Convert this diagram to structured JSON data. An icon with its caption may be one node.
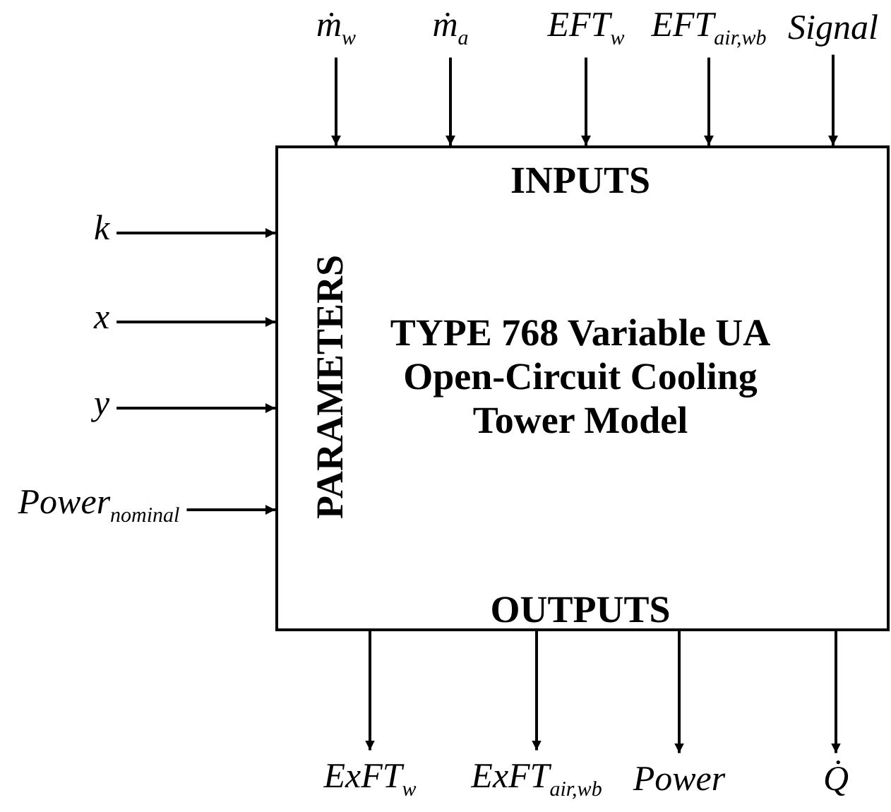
{
  "diagram": {
    "nodes": [
      {
        "text": [
          "INPUTS",
          "PARAMETERS",
          "TYPE 768 Variable UA Open-Circuit Cooling Tower Model",
          "OUTPUTS"
        ]
      },
      {
        "text": [
          "ṁ$_{w}$"
        ]
      },
      {
        "text": [
          "ṁ$_{a}$"
        ]
      },
      {
        "text": [
          "EFT$_{w}$"
        ]
      },
      {
        "text": [
          "EFT$_{air,wb}$"
        ]
      },
      {
        "text": [
          "Signal"
        ]
      },
      {
        "text": [
          "k"
        ]
      },
      {
        "text": [
          "x"
        ]
      },
      {
        "text": [
          "y"
        ]
      },
      {
        "text": [
          "Power$_{nominal}$"
        ]
      },
      {
        "text": [
          "ExFT$_{w}$"
        ]
      },
      {
        "text": [
          "ExFT$_{air,wb}$"
        ]
      },
      {
        "text": [
          "Power"
        ]
      },
      {
        "text": [
          "Q̇"
        ]
      }
    ],
    "edges": [
      {
        "from": 1,
        "to": 0,
        "arrow": "to"
      },
      {
        "from": 2,
        "to": 0,
        "arrow": "to"
      },
      {
        "from": 3,
        "to": 0,
        "arrow": "to"
      },
      {
        "from": 4,
        "to": 0,
        "arrow": "to"
      },
      {
        "from": 5,
        "to": 0,
        "arrow": "to"
      },
      {
        "from": 6,
        "to": 0,
        "arrow": "to"
      },
      {
        "from": 7,
        "to": 0,
        "arrow": "to"
      },
      {
        "from": 8,
        "to": 0,
        "arrow": "to"
      },
      {
        "from": 9,
        "to": 0,
        "arrow": "to"
      },
      {
        "from": 0,
        "to": 10,
        "arrow": "to"
      },
      {
        "from": 0,
        "to": 11,
        "arrow": "to"
      },
      {
        "from": 0,
        "to": 12,
        "arrow": "to"
      },
      {
        "from": 0,
        "to": 13,
        "arrow": "to"
      }
    ]
  }
}
